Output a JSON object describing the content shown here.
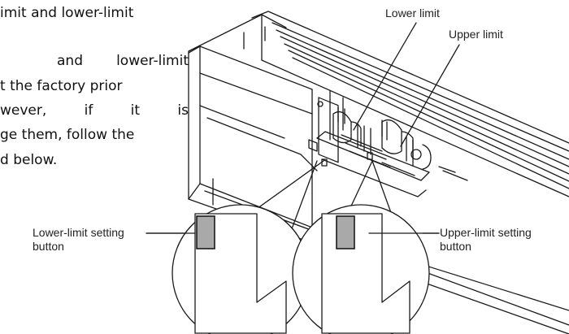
{
  "paragraph": {
    "lines": [
      "imit and lower-limit",
      "and    lower-limit",
      "t the factory prior",
      "wever,  if  it  is",
      "ge them, follow the",
      "d below."
    ]
  },
  "callouts": {
    "lower_limit": "Lower limit",
    "upper_limit": "Upper limit",
    "lower_setting_line1": "Lower-limit setting",
    "lower_setting_line2": "button",
    "upper_setting_line1": "Upper-limit setting",
    "upper_setting_line2": "button"
  },
  "colors": {
    "button_fill": "#a9a9a9",
    "line": "#1a1a1a"
  }
}
